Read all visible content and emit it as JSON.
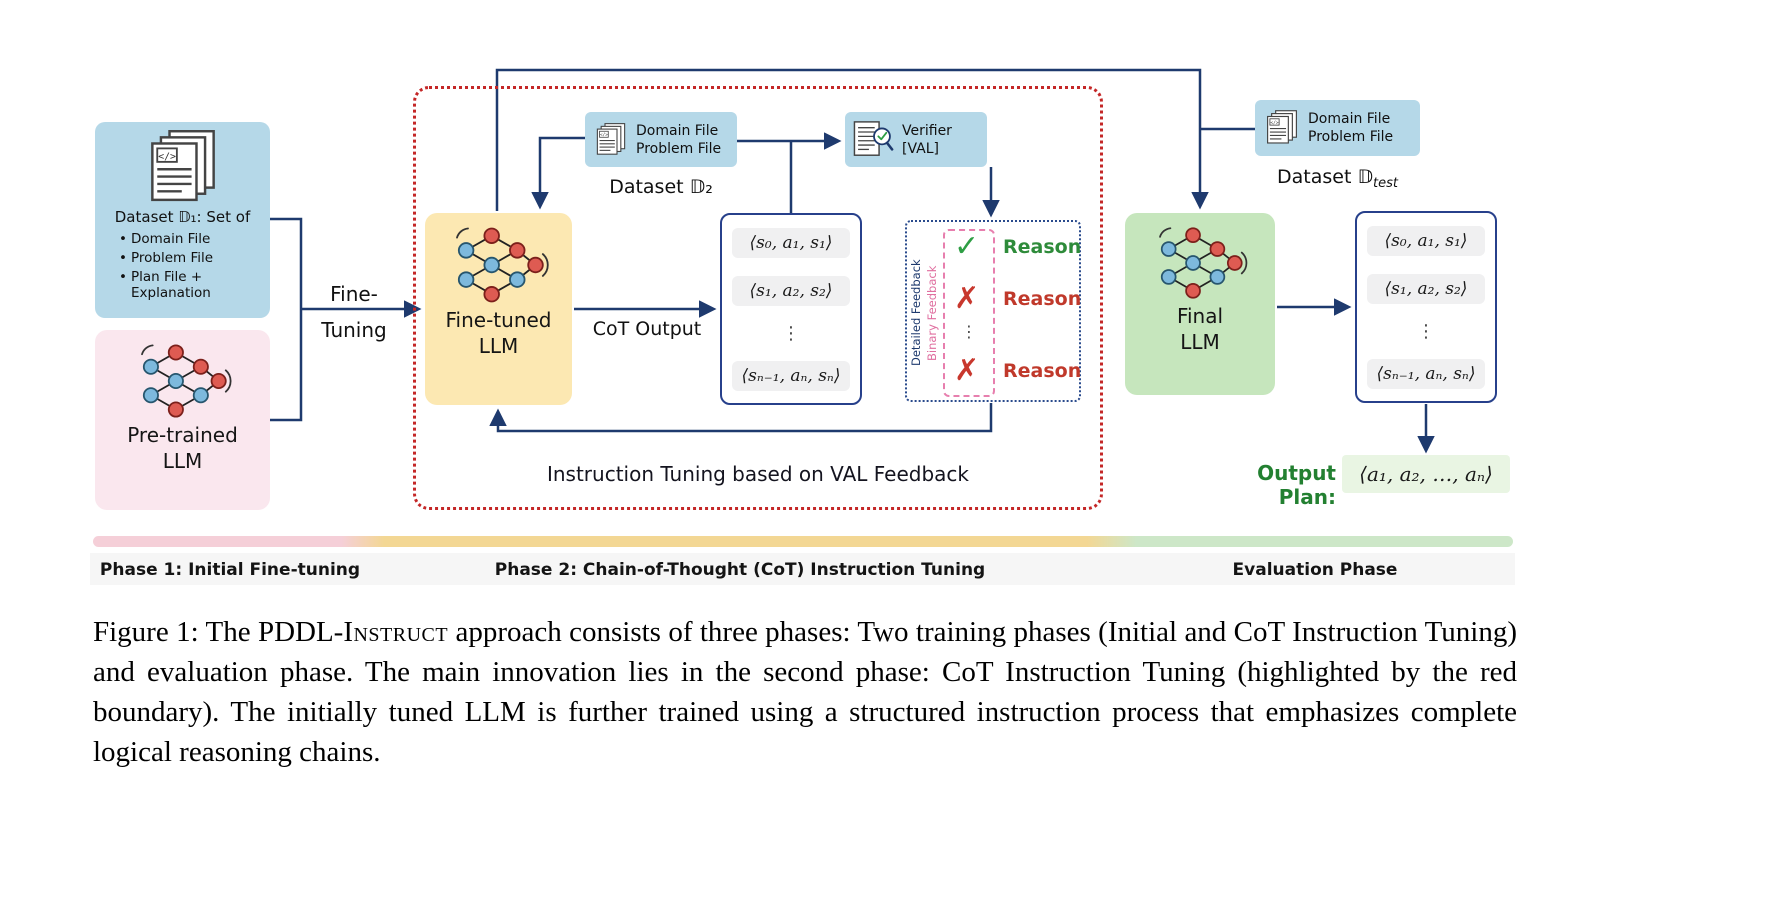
{
  "colors": {
    "navy": "#1e3a6e",
    "red_boundary": "#c42727",
    "green": "#2e8b3a",
    "red": "#c0392b",
    "pink": "#e77fae",
    "box_blue": "#b5d8e8",
    "box_pink": "#fae7ee",
    "box_yellow": "#fce8b2",
    "box_green": "#c6e6bd"
  },
  "phase1": {
    "dataset1_title": "Dataset 𝔻₁: Set of",
    "dataset1_items": [
      "Domain File",
      "Problem File",
      "Plan File + Explanation"
    ],
    "pretrained_label": "Pre-trained\nLLM",
    "finetuning_arrow_label": "Fine-\nTuning"
  },
  "phase2": {
    "finetuned_label": "Fine-tuned\nLLM",
    "dataset2_doc_label": "Domain File\nProblem File",
    "dataset2_caption": "Dataset 𝔻₂",
    "verifier_label": "Verifier\n[VAL]",
    "cot_output_label": "CoT Output",
    "states": [
      "⟨s₀, a₁, s₁⟩",
      "⟨s₁, a₂, s₂⟩",
      "⟨sₙ₋₁, aₙ, sₙ⟩"
    ],
    "states_ellipsis": "⋮",
    "feedback": {
      "detailed_label": "Detailed Feedback",
      "binary_label": "Binary Feedback",
      "check_glyph": "✓",
      "cross_glyph": "✗",
      "ellipsis": "⋮",
      "rows": [
        {
          "icon": "check",
          "label": "Reason"
        },
        {
          "icon": "cross",
          "label": "Reason"
        },
        {
          "icon": "cross",
          "label": "Reason"
        }
      ]
    },
    "instruction_label": "Instruction Tuning based on VAL Feedback"
  },
  "phase3": {
    "dataset_test_doc_label": "Domain File\nProblem File",
    "dataset_test_caption_main": "Dataset 𝔻",
    "dataset_test_caption_sub": "test",
    "final_label": "Final\nLLM",
    "states": [
      "⟨s₀, a₁, s₁⟩",
      "⟨s₁, a₂, s₂⟩",
      "⟨sₙ₋₁, aₙ, sₙ⟩"
    ],
    "states_ellipsis": "⋮",
    "output_plan_label": "Output Plan:",
    "output_plan_value": "⟨a₁, a₂, …, aₙ⟩"
  },
  "phase_labels": [
    "Phase 1: Initial Fine-tuning",
    "Phase 2: Chain-of-Thought (CoT) Instruction Tuning",
    "Evaluation Phase"
  ],
  "caption": {
    "part1": "Figure 1: The PDDL-",
    "smallcaps": "Instruct",
    "part2": " approach consists of three phases: Two training phases (Initial and CoT Instruction Tuning) and evaluation phase. The main innovation lies in the second phase: CoT Instruction Tuning (highlighted by the red boundary). The initially tuned LLM is further trained using a structured instruction process that emphasizes complete logical reasoning chains."
  }
}
